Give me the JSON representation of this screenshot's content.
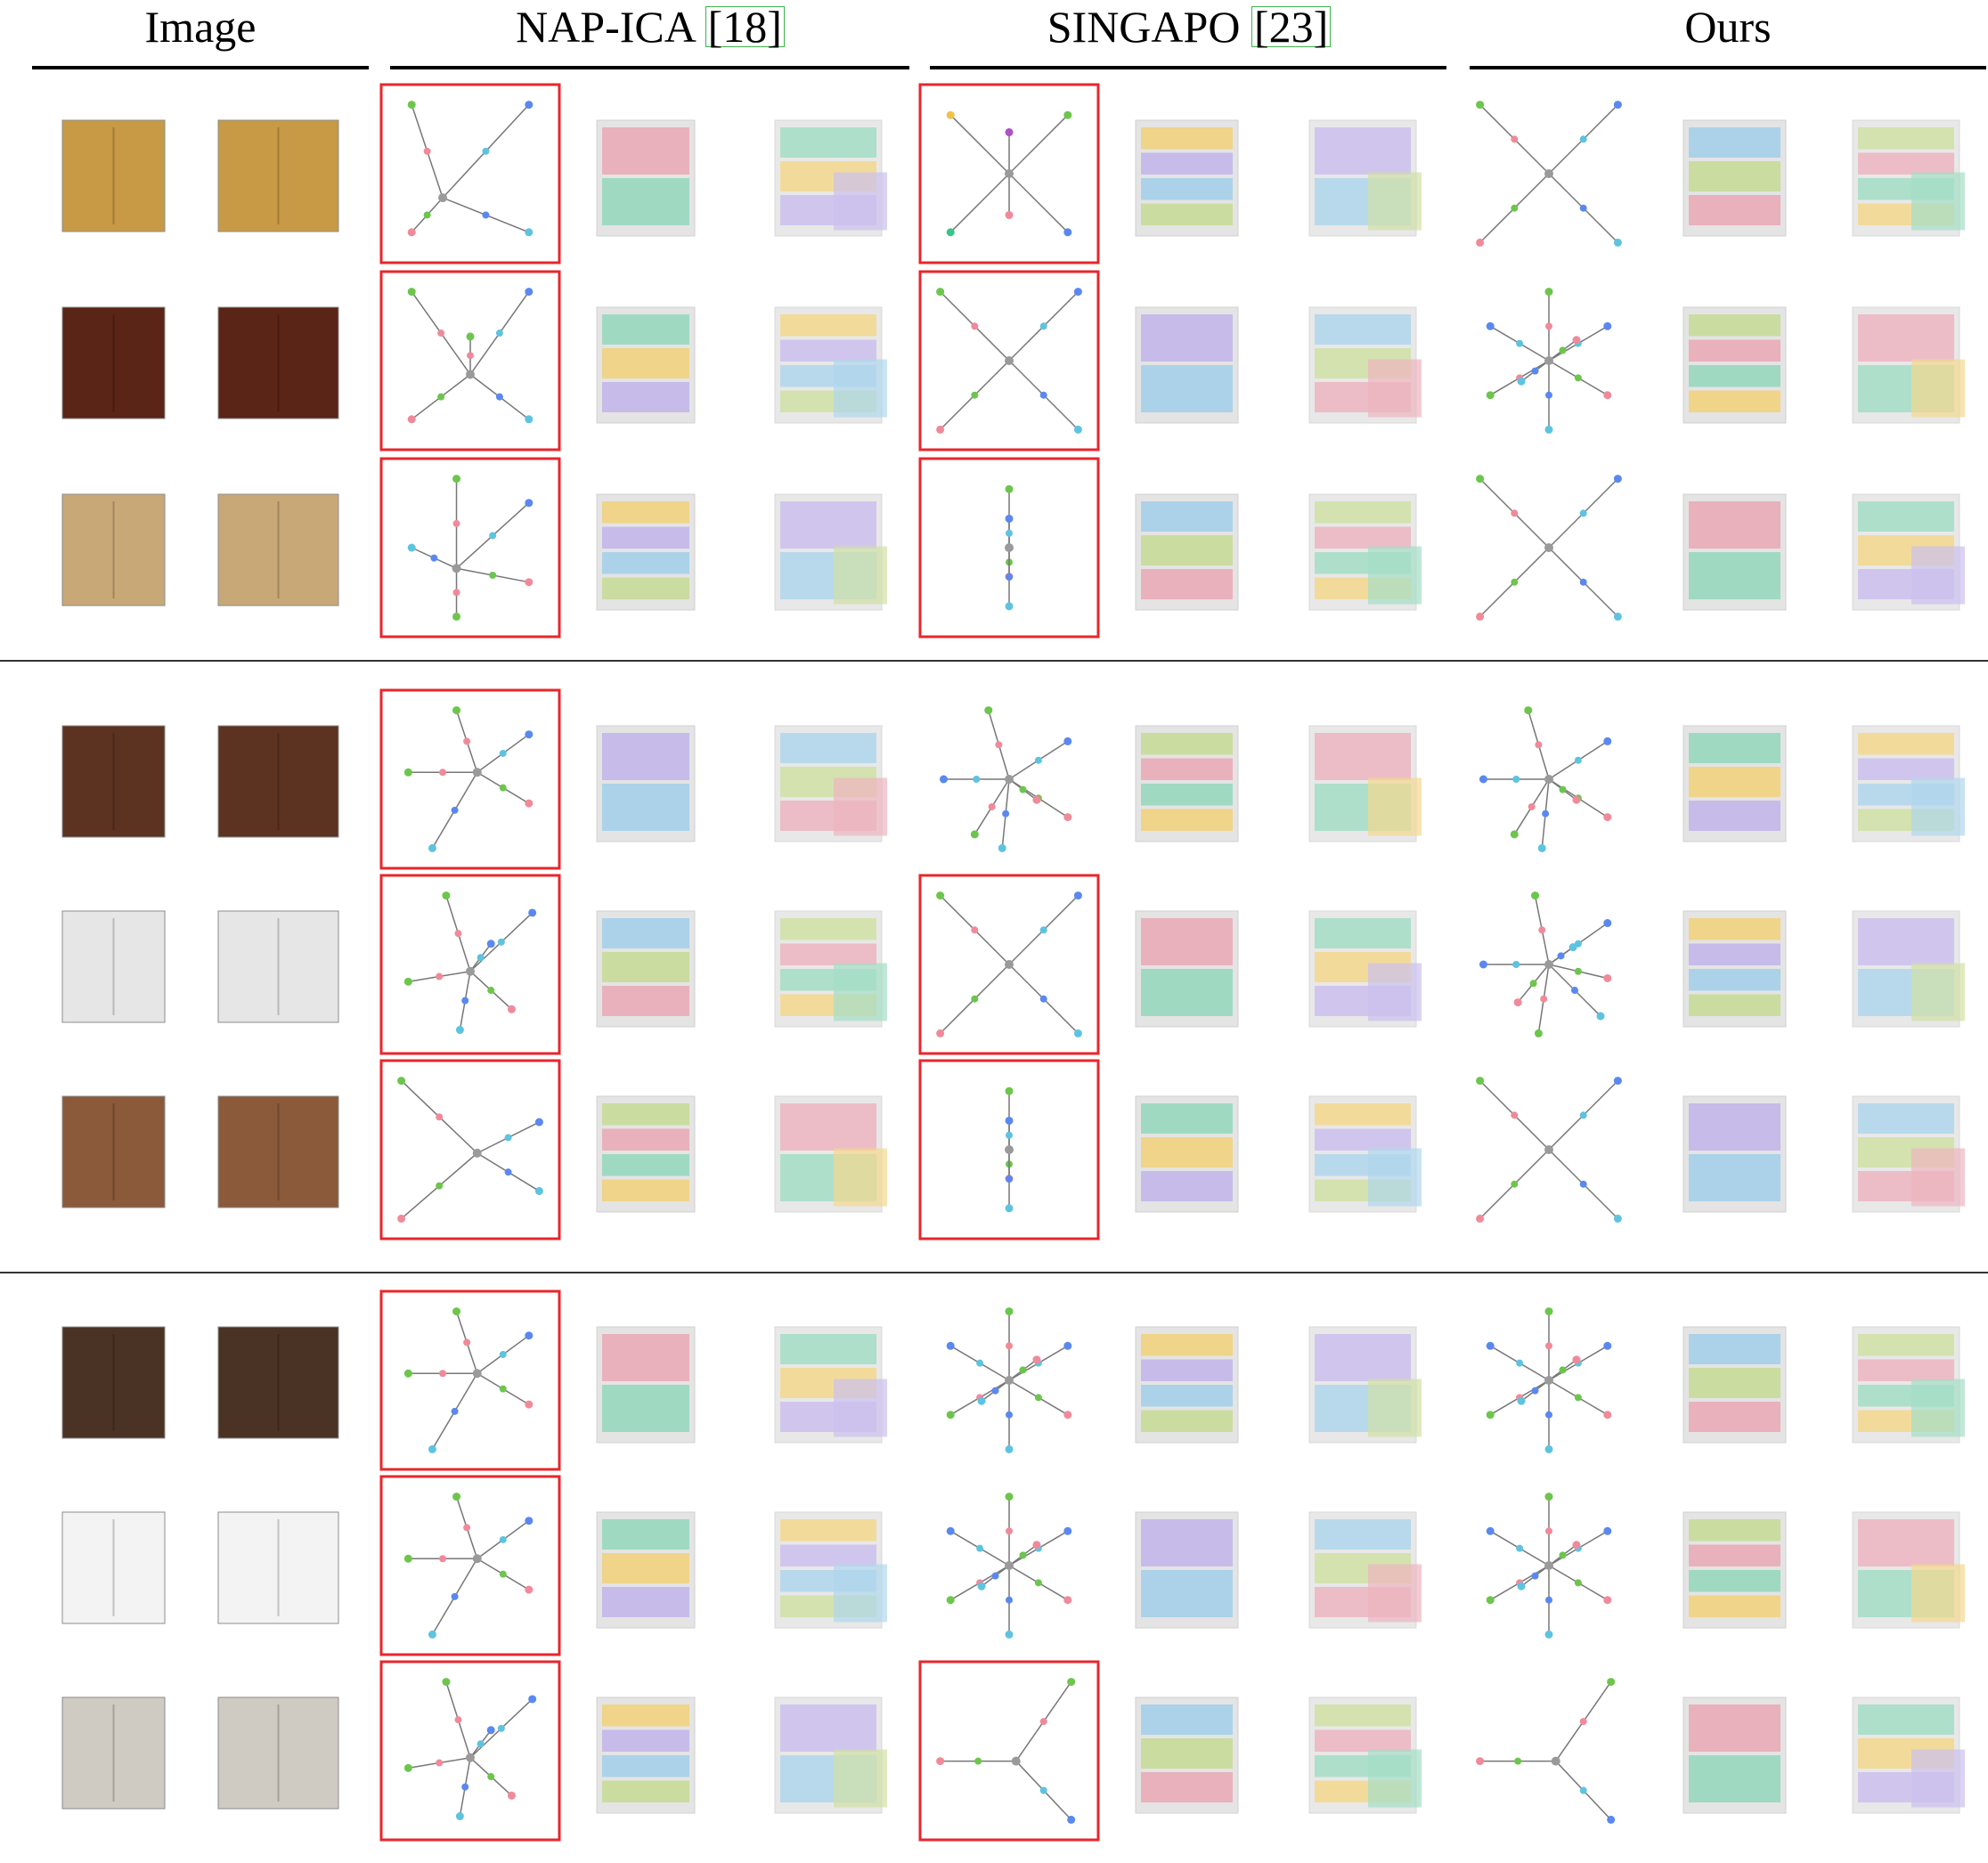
{
  "headers": {
    "image": "Image",
    "napica": "NAP-ICA",
    "napica_cite": "[18]",
    "singapo": "SINGAPO",
    "singapo_cite": "[23]",
    "ours": "Ours"
  },
  "colors": {
    "error_box": "#e8262b",
    "nodes": [
      "#f08a9a",
      "#9b8cf0",
      "#5ec3e0",
      "#f3c14b",
      "#6cc64c",
      "#3bc48a",
      "#5a88f0",
      "#b04fc8",
      "#9a9a9a"
    ],
    "parts": [
      "#e9a3b0",
      "#8ed6b8",
      "#f1cf72",
      "#bfb0ea",
      "#9ccde8",
      "#c4d98e",
      "#d8d8d8"
    ]
  },
  "rows": [
    {
      "photo": "wood-cabinet",
      "nap": "tree4",
      "nap_err": true,
      "sing": "h5",
      "sing_err": true,
      "ours": "x4"
    },
    {
      "photo": "hutch",
      "nap": "y5",
      "nap_err": true,
      "sing": "x4",
      "sing_err": true,
      "ours": "star8"
    },
    {
      "photo": "base-cabinet",
      "nap": "tree5",
      "nap_err": true,
      "sing": "chain5",
      "sing_err": true,
      "ours": "x4"
    },
    {
      "photo": "vanity",
      "nap": "fan5",
      "nap_err": true,
      "sing": "fan7",
      "sing_err": false,
      "ours": "fan7"
    },
    {
      "photo": "tv-stand",
      "nap": "fan6",
      "nap_err": true,
      "sing": "x4",
      "sing_err": true,
      "ours": "fan8"
    },
    {
      "photo": "sink-vanity",
      "nap": "x4b",
      "nap_err": true,
      "sing": "chain5",
      "sing_err": true,
      "ours": "x4"
    },
    {
      "photo": "dresser",
      "nap": "fan5",
      "nap_err": true,
      "sing": "star8",
      "sing_err": false,
      "ours": "star8"
    },
    {
      "photo": "white-drawers",
      "nap": "fan5",
      "nap_err": true,
      "sing": "star8",
      "sing_err": false,
      "ours": "star8"
    },
    {
      "photo": "office-drawers",
      "nap": "fan6",
      "nap_err": true,
      "sing": "y3",
      "sing_err": true,
      "ours": "y3"
    }
  ]
}
